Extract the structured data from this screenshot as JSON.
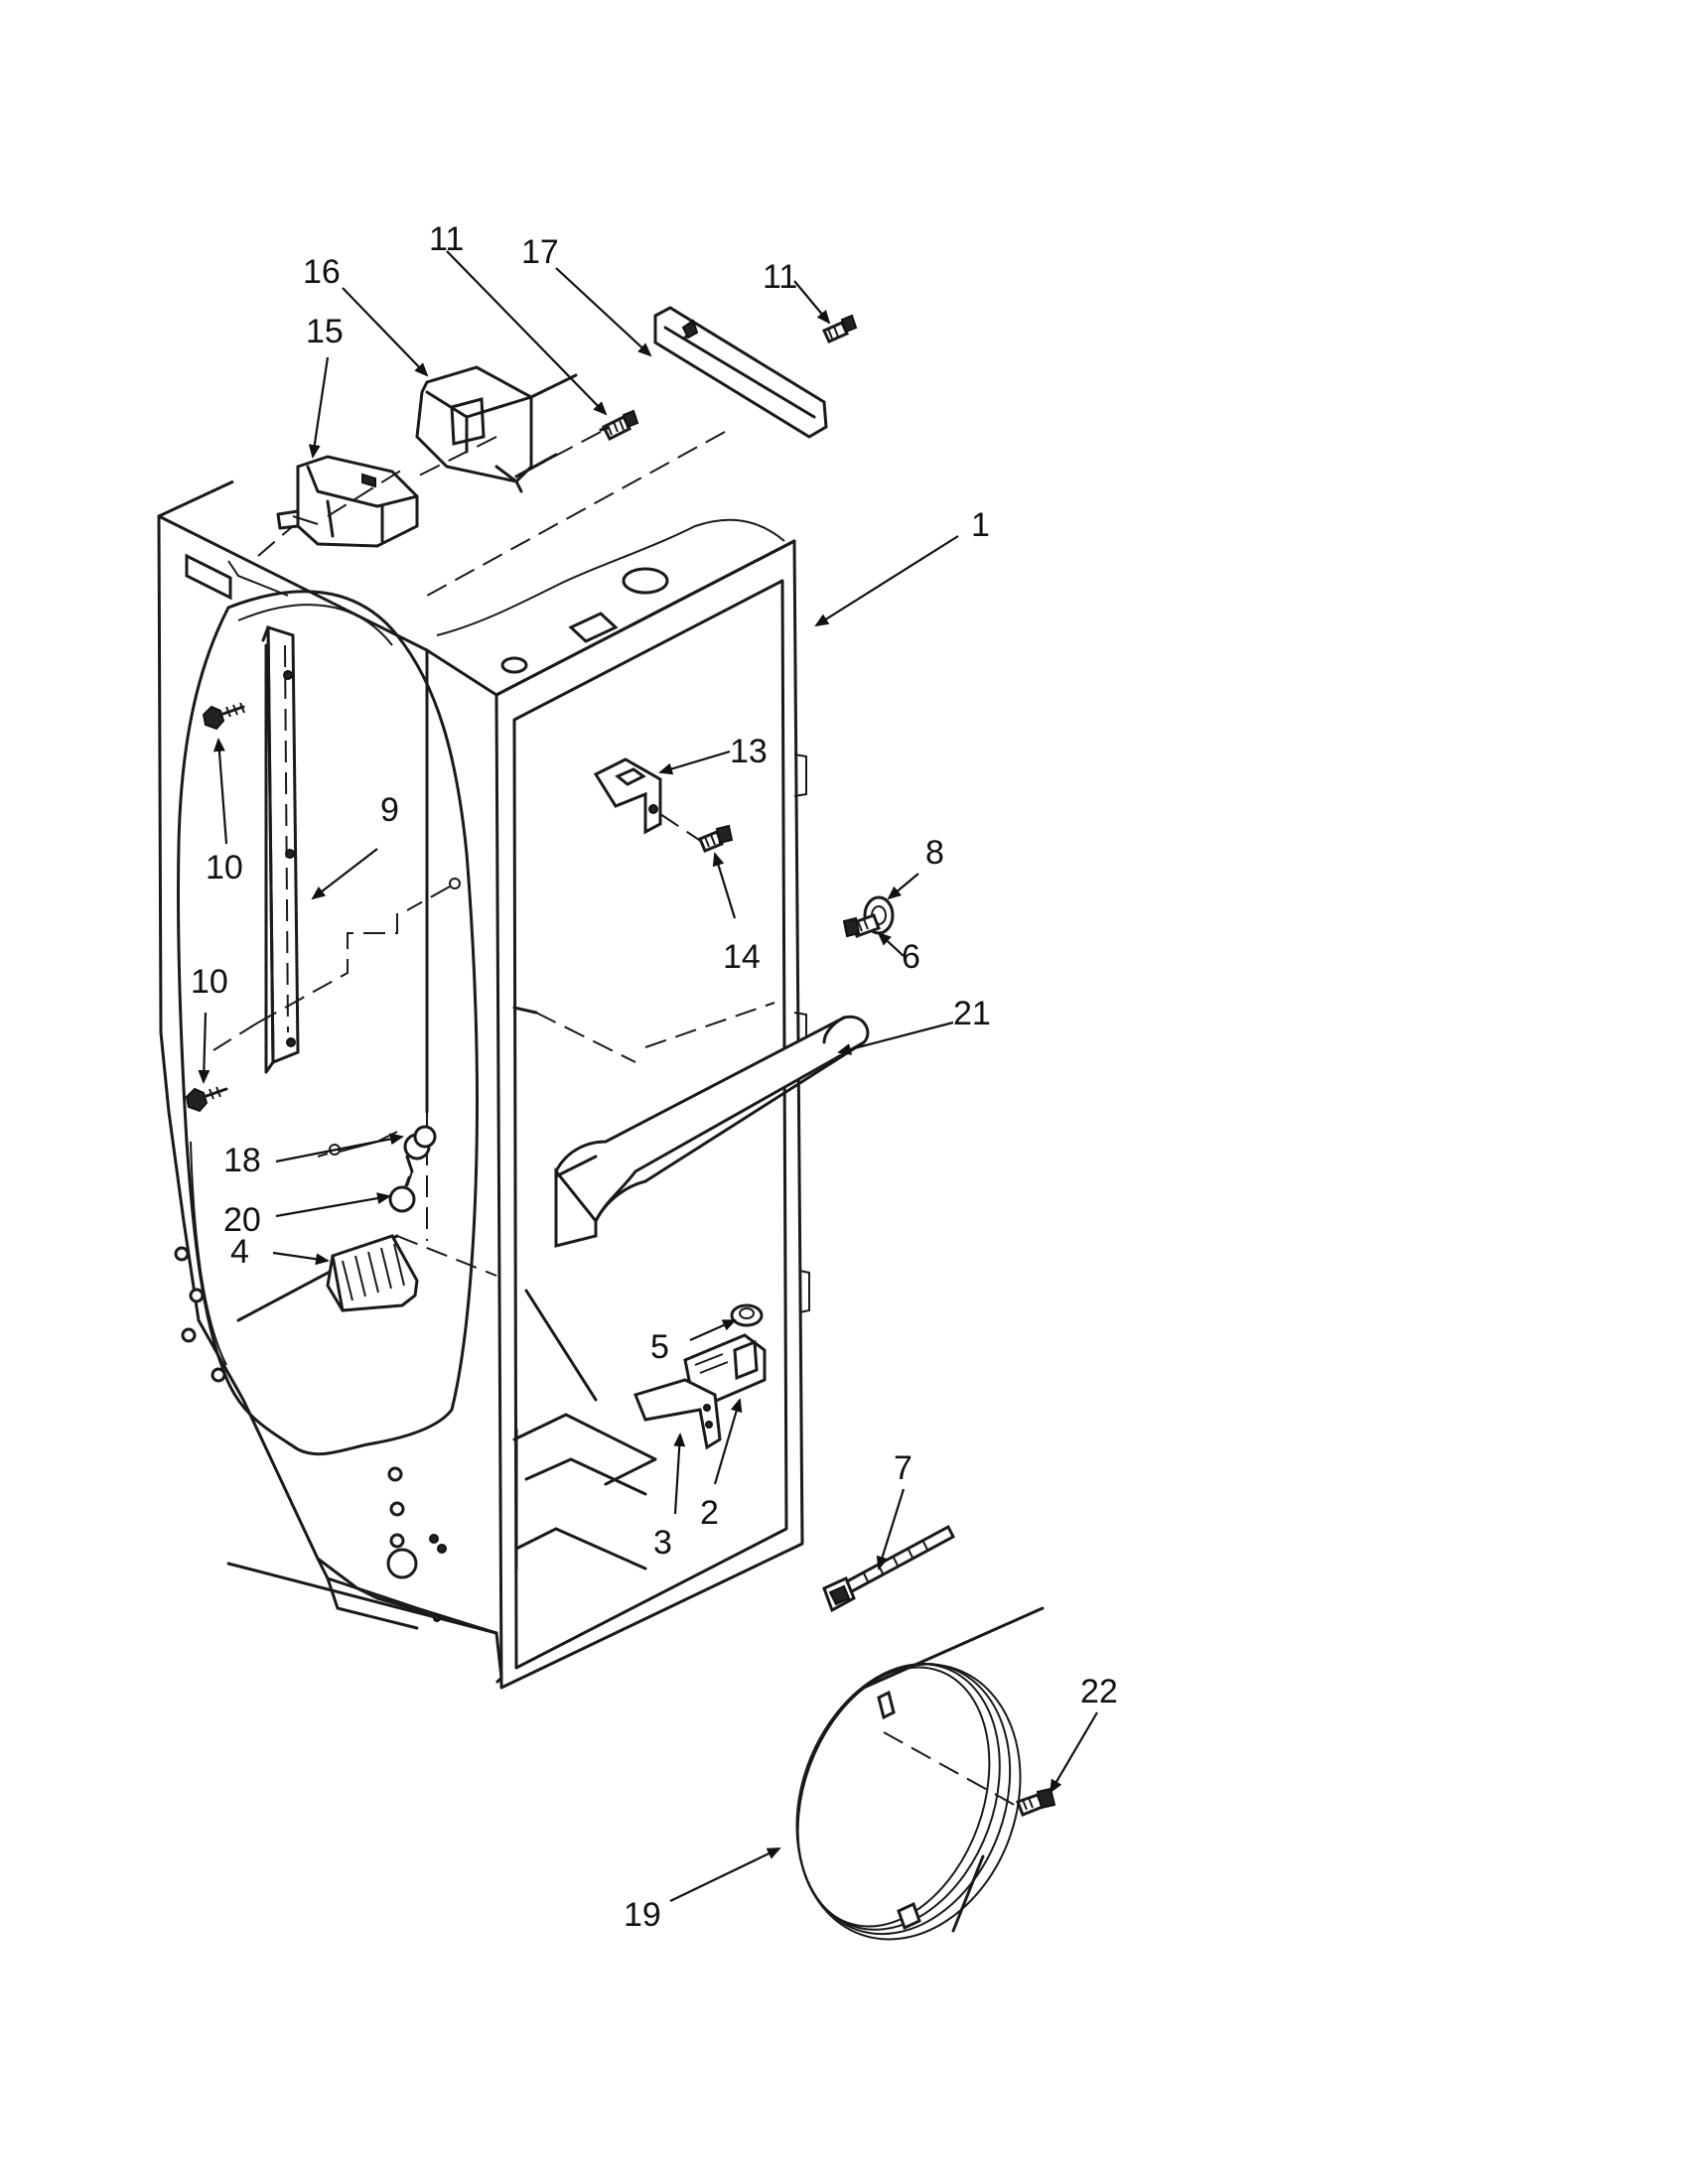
{
  "callouts": {
    "c1": "1",
    "c2": "2",
    "c3": "3",
    "c4": "4",
    "c5": "5",
    "c6": "6",
    "c7": "7",
    "c8": "8",
    "c9": "9",
    "c10a": "10",
    "c10b": "10",
    "c11a": "11",
    "c11b": "11",
    "c13": "13",
    "c14": "14",
    "c15": "15",
    "c16": "16",
    "c17": "17",
    "c18": "18",
    "c19": "19",
    "c20": "20",
    "c21": "21",
    "c22": "22"
  }
}
